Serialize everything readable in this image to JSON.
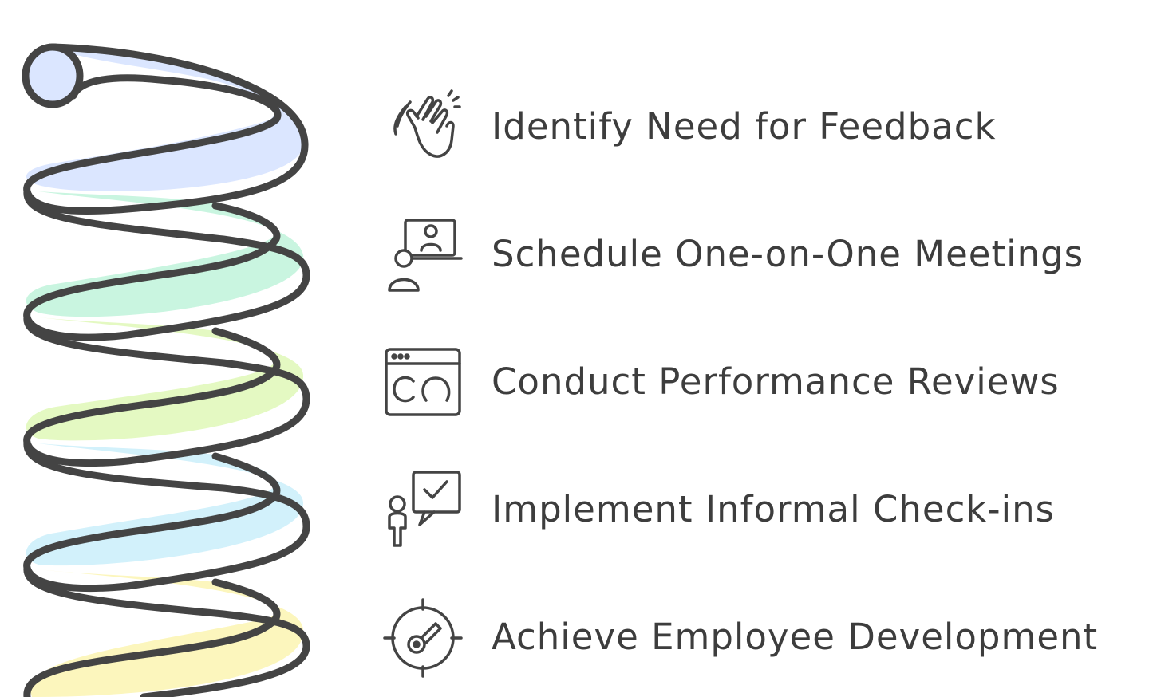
{
  "steps": [
    {
      "label": "Identify Need for Feedback",
      "icon": "waving-hand-icon",
      "color": "#dbe6ff"
    },
    {
      "label": "Schedule One-on-One Meetings",
      "icon": "video-call-icon",
      "color": "#c9f5e0"
    },
    {
      "label": "Conduct Performance Reviews",
      "icon": "browser-review-icon",
      "color": "#e4f9c2"
    },
    {
      "label": "Implement Informal Check-ins",
      "icon": "person-chat-check-icon",
      "color": "#d2f1fb"
    },
    {
      "label": "Achieve Employee Development",
      "icon": "target-growth-icon",
      "color": "#fcf6bd"
    }
  ],
  "colors": {
    "stroke": "#444444",
    "text": "#3d3d3d"
  }
}
